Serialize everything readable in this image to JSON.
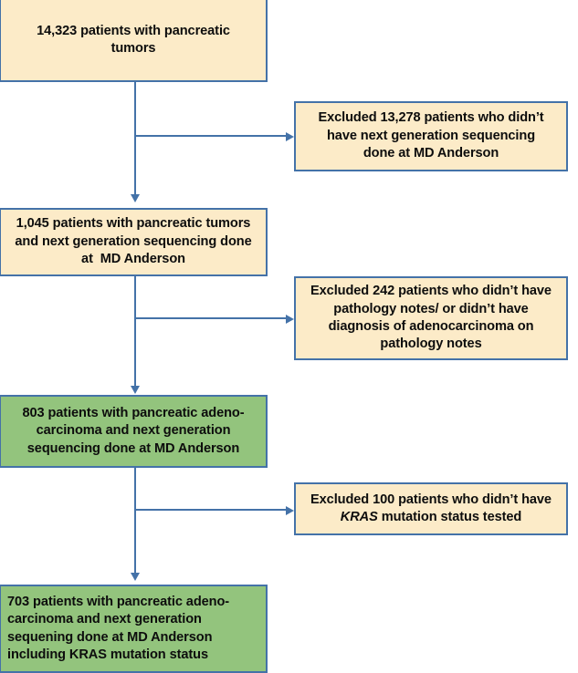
{
  "figure": {
    "type": "flowchart",
    "orientation": "vertical",
    "colors": {
      "cohort_fill": "#FCEBC8",
      "final_fill": "#93C47D",
      "border": "#4472A8",
      "connector": "#4472A8",
      "text": "#0D0D0D",
      "background": "#FFFFFF"
    }
  },
  "nodes": {
    "cohort1": {
      "count": "14,323",
      "lines": [
        "14,323 patients with pancreatic",
        "tumors"
      ],
      "fill": "cream",
      "align": "center"
    },
    "excluded1": {
      "count": "13,278",
      "lines": [
        "Excluded 13,278 patients who didn’t",
        "have next generation sequencing",
        "done at MD Anderson"
      ],
      "fill": "cream",
      "align": "center"
    },
    "cohort2": {
      "count": "1,045",
      "lines": [
        "1,045 patients with pancreatic tumors",
        "and next generation sequencing done",
        "at  MD Anderson"
      ],
      "fill": "cream",
      "align": "center"
    },
    "excluded2": {
      "count": "242",
      "lines": [
        "Excluded 242 patients who didn’t have",
        "pathology notes/ or didn’t have",
        "diagnosis of adenocarcinoma on",
        "pathology notes"
      ],
      "fill": "cream",
      "align": "center"
    },
    "cohort3": {
      "count": "803",
      "lines": [
        "803 patients with pancreatic adeno-",
        "carcinoma and next generation",
        "sequencing done at MD Anderson"
      ],
      "fill": "green",
      "align": "center"
    },
    "excluded3": {
      "count": "100",
      "line1": "Excluded 100 patients who didn’t have",
      "line2_gene": "KRAS",
      "line2_rest": " mutation status tested",
      "fill": "cream",
      "align": "center"
    },
    "cohort4": {
      "count": "703",
      "lines": [
        "703 patients with pancreatic adeno-",
        "carcinoma and next generation",
        "sequening done at MD Anderson",
        "including KRAS mutation status"
      ],
      "fill": "green",
      "align": "left"
    }
  }
}
